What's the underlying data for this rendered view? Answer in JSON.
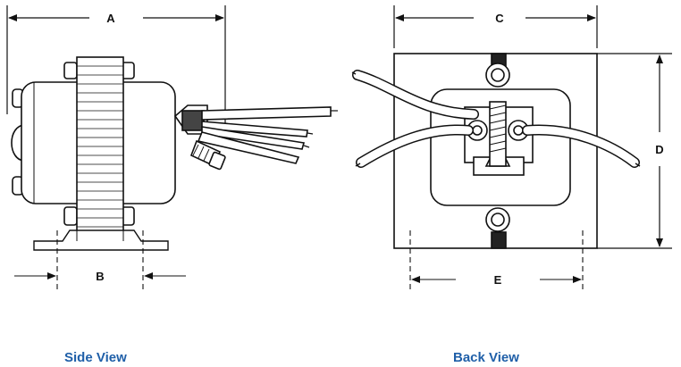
{
  "colors": {
    "caption": "#1f5fa8",
    "line": "#111111",
    "body_fill": "#ffffff"
  },
  "dimensions": {
    "a": "A",
    "b": "B",
    "c": "C",
    "d": "D",
    "e": "E"
  },
  "captions": {
    "side_view": "Side View",
    "back_view": "Back View"
  }
}
